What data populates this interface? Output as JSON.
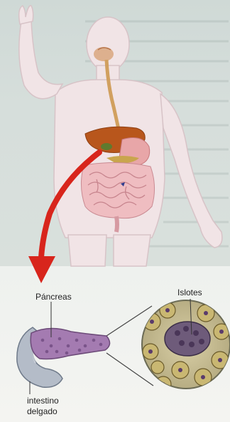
{
  "labels": {
    "pancreas": "Páncreas",
    "islets": "Islotes",
    "intestine_line1": "intestino",
    "intestine_line2": "delgado"
  },
  "colors": {
    "arrow": "#d8251c",
    "liver": "#b8561c",
    "pancreas": "#8a5a9a",
    "intestine": "#e6a9b0",
    "duodenum": "#9aa7b6"
  },
  "icons": [
    "body-silhouette-icon",
    "liver-icon",
    "stomach-icon",
    "intestine-icon",
    "pancreas-icon",
    "islet-cells-icon"
  ]
}
